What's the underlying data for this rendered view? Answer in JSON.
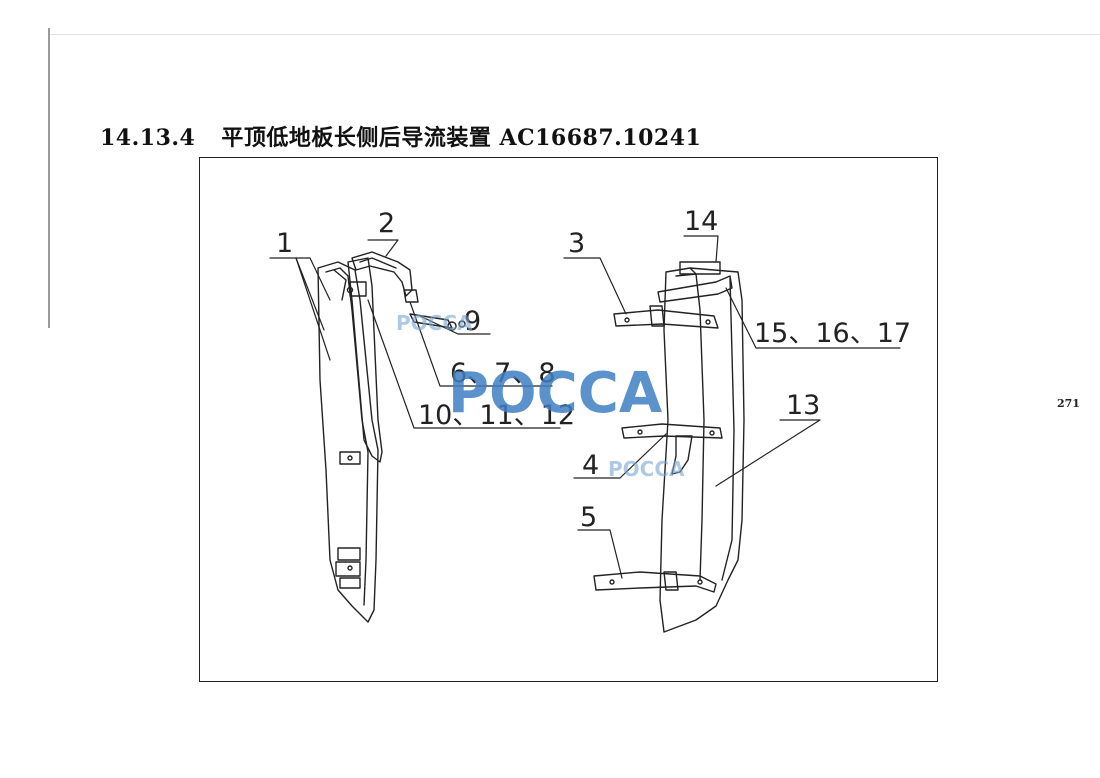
{
  "header": {
    "section_number": "14.13.4",
    "title": "平顶低地板长侧后导流装置 AC16687.10241"
  },
  "page_number": "271",
  "callouts": {
    "c1": "1",
    "c2": "2",
    "c3": "3",
    "c4": "4",
    "c5": "5",
    "c6_8": "6、7、8",
    "c9": "9",
    "c10_12": "10、11、12",
    "c13": "13",
    "c14": "14",
    "c15_17": "15、16、17"
  },
  "watermark": {
    "main": "POCCA",
    "small_1": "POCCA",
    "small_2": "POCCA"
  },
  "colors": {
    "line": "#222222",
    "watermark": "#3f7fc4"
  }
}
